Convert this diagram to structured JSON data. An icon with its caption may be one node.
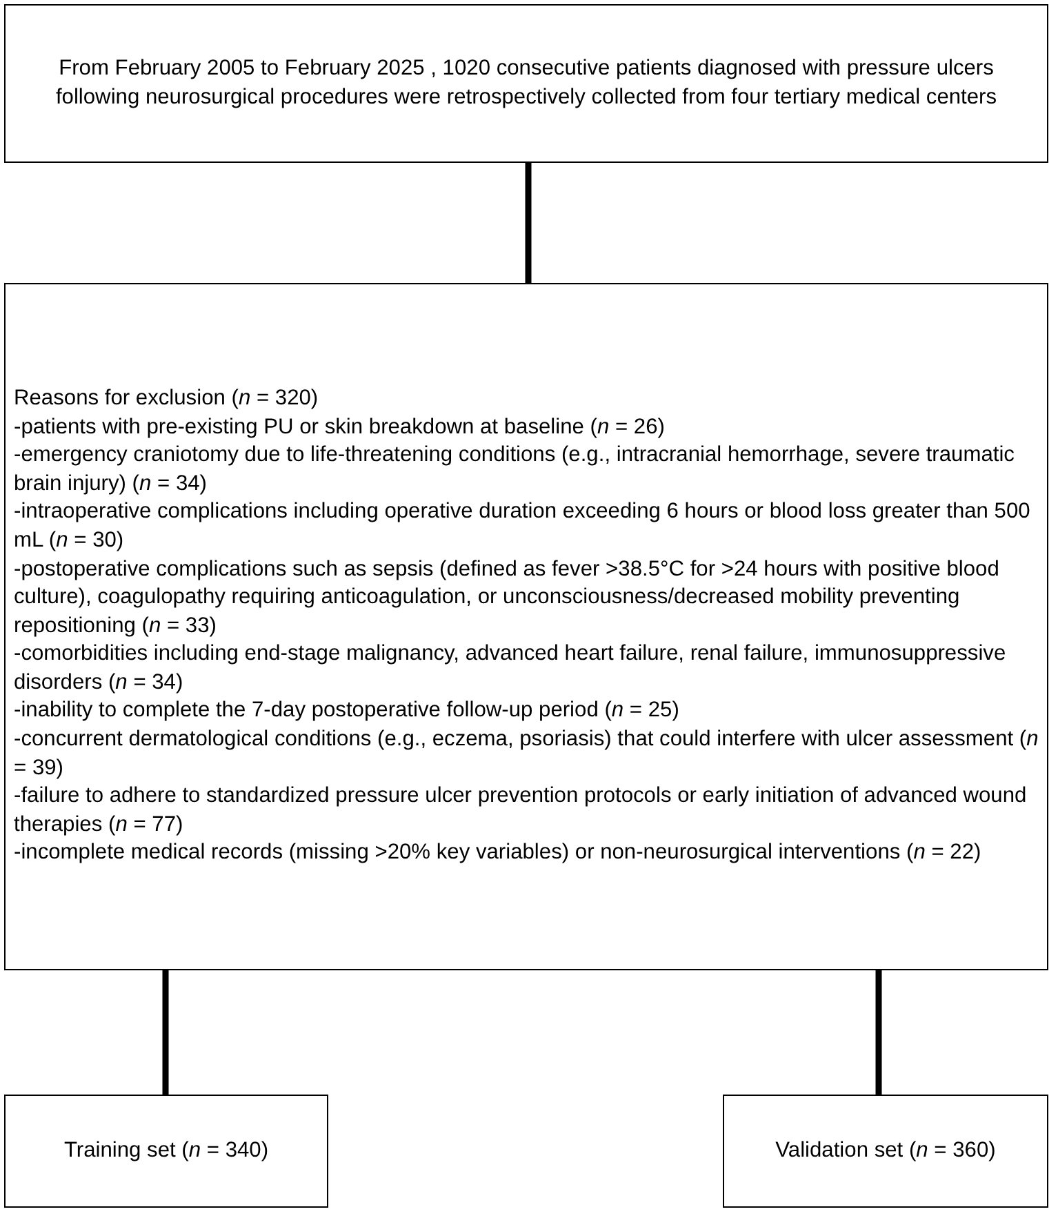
{
  "diagram": {
    "nodes": [
      {
        "text": [
          "From February 2005 to February 2025 , 1020 consecutive patients diagnosed with pressure ulcers following neurosurgical procedures were retrospectively collected from four tertiary medical centers"
        ]
      },
      {
        "text": [
          "Reasons for exclusion (*n* = 320)",
          "-patients with pre-existing PU or skin breakdown at baseline (*n* = 26)",
          "-emergency craniotomy due to life-threatening conditions (e.g., intracranial hemorrhage, severe traumatic brain injury) (*n* = 34)",
          "-intraoperative complications including operative duration exceeding 6 hours or blood loss greater than 500 mL (*n* = 30)",
          "-postoperative complications such as sepsis (defined as fever >38.5°C for >24 hours with positive blood culture), coagulopathy requiring anticoagulation, or unconsciousness/decreased mobility preventing repositioning (*n* = 33)",
          "-comorbidities including end-stage malignancy, advanced heart failure, renal failure, immunosuppressive disorders  (*n* = 34)",
          "-inability to complete the 7-day postoperative follow-up period (*n* = 25)",
          "-concurrent dermatological conditions (e.g., eczema, psoriasis) that could interfere with ulcer assessment (*n* = 39)",
          "-failure to adhere to standardized pressure ulcer prevention protocols or early initiation of advanced wound therapies (*n* = 77)",
          "-incomplete medical records (missing >20% key variables) or non-neurosurgical interventions (*n* = 22)"
        ]
      },
      {
        "text": [
          "Training set (*n* = 340)"
        ]
      },
      {
        "text": [
          "Validation set  (*n* = 360)"
        ]
      }
    ],
    "edges": [
      {
        "from": 0,
        "to": 1,
        "arrow": "none"
      },
      {
        "from": 1,
        "to": 2,
        "arrow": "none"
      },
      {
        "from": 1,
        "to": 3,
        "arrow": "none"
      }
    ]
  }
}
